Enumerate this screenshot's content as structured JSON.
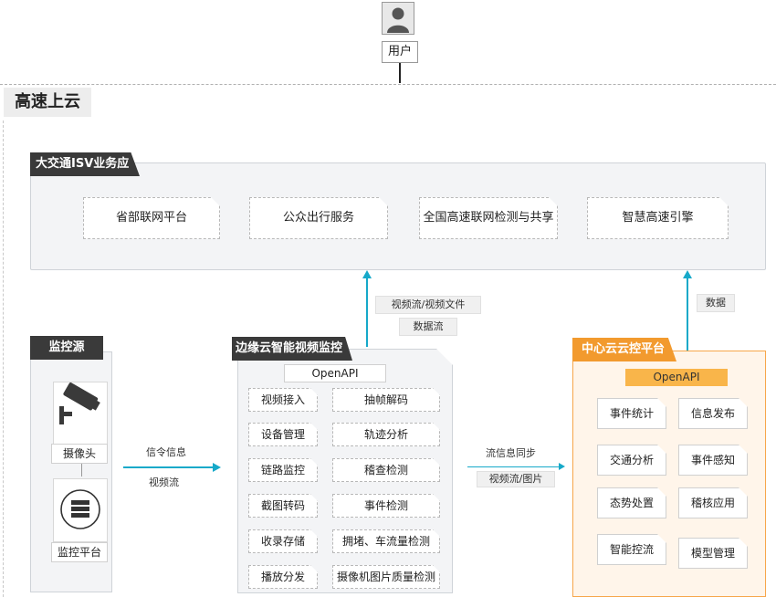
{
  "user": {
    "label": "用户"
  },
  "region": {
    "title": "高速上云"
  },
  "isv": {
    "title": "大交通ISV业务应用",
    "items": [
      "省部联网平台",
      "公众出行服务",
      "全国高速联网检测与共享",
      "智慧高速引擎"
    ]
  },
  "flows": {
    "edge_to_isv": [
      "视频流/视频文件",
      "数据流"
    ],
    "center_to_isv": "数据",
    "src_to_edge": [
      "信令信息",
      "视频流"
    ],
    "edge_to_center": [
      "流信息同步",
      "视频流/图片"
    ]
  },
  "source": {
    "title": "监控源",
    "camera_label": "摄像头",
    "platform_label": "监控平台"
  },
  "edge": {
    "title": "边缘云智能视频监控",
    "api": "OpenAPI",
    "left_items": [
      "视频接入",
      "设备管理",
      "链路监控",
      "截图转码",
      "收录存储",
      "播放分发"
    ],
    "right_items": [
      "抽帧解码",
      "轨迹分析",
      "稽查检测",
      "事件检测",
      "拥堵、车流量检测",
      "摄像机图片质量检测"
    ]
  },
  "center": {
    "title": "中心云云控平台",
    "api": "OpenAPI",
    "items": [
      "事件统计",
      "信息发布",
      "交通分析",
      "事件感知",
      "态势处置",
      "稽核应用",
      "智能控流",
      "模型管理"
    ]
  },
  "colors": {
    "accent": "#16a9c9",
    "orange": "#f29a2e",
    "dark": "#3a3a3a"
  }
}
